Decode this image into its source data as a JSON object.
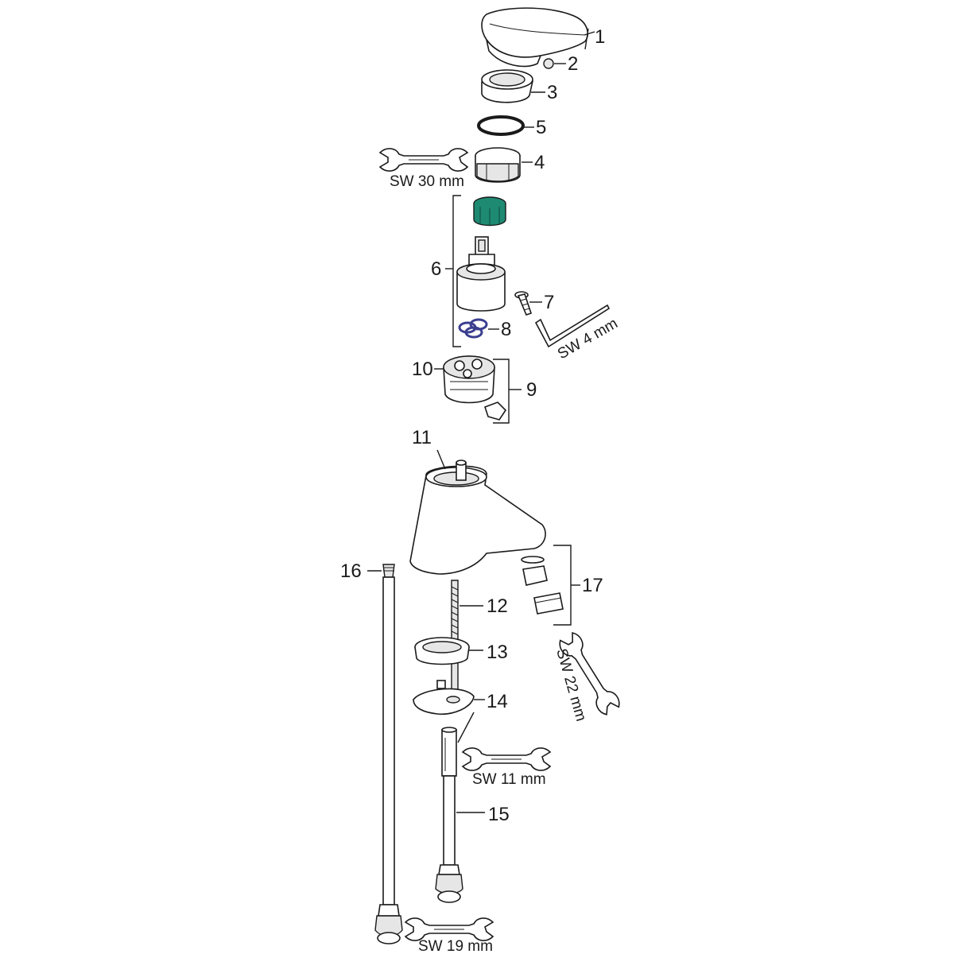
{
  "colors": {
    "cartridge_ring": "#1e8a72",
    "oring": "#3b3f8f",
    "stroke": "#1a1a1a"
  },
  "parts": [
    {
      "id": "p1",
      "num": "1"
    },
    {
      "id": "p2",
      "num": "2"
    },
    {
      "id": "p3",
      "num": "3"
    },
    {
      "id": "p5",
      "num": "5"
    },
    {
      "id": "p4",
      "num": "4"
    },
    {
      "id": "p6",
      "num": "6"
    },
    {
      "id": "p7",
      "num": "7"
    },
    {
      "id": "p8",
      "num": "8"
    },
    {
      "id": "p10",
      "num": "10"
    },
    {
      "id": "p9",
      "num": "9"
    },
    {
      "id": "p11",
      "num": "11"
    },
    {
      "id": "p17",
      "num": "17"
    },
    {
      "id": "p12",
      "num": "12"
    },
    {
      "id": "p13",
      "num": "13"
    },
    {
      "id": "p14",
      "num": "14"
    },
    {
      "id": "p15",
      "num": "15"
    },
    {
      "id": "p16",
      "num": "16"
    }
  ],
  "tools": [
    {
      "id": "t30",
      "icon": "wrench-icon",
      "size": "SW 30 mm"
    },
    {
      "id": "t4",
      "icon": "hex-key-icon",
      "size": "SW 4 mm"
    },
    {
      "id": "t22",
      "icon": "wrench-icon",
      "size": "SW 22 mm"
    },
    {
      "id": "t11",
      "icon": "wrench-icon",
      "size": "SW 11 mm"
    },
    {
      "id": "t19",
      "icon": "wrench-icon",
      "size": "SW 19 mm"
    }
  ]
}
